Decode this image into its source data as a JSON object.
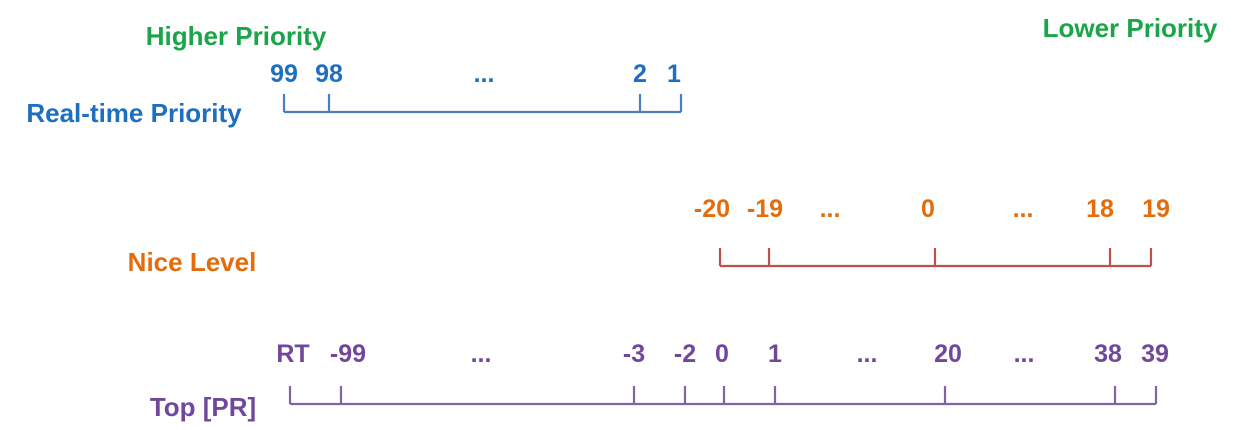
{
  "header": {
    "higher": "Higher Priority",
    "lower": "Lower Priority"
  },
  "colors": {
    "header": "#1aa54a",
    "rt_text": "#1f6fbf",
    "rt_line": "#4a7fbd",
    "nice_text": "#e46c0a",
    "nice_line": "#c0504d",
    "top_text": "#70479a",
    "top_line": "#8064a2"
  },
  "rows": {
    "rt": {
      "label": "Real-time Priority",
      "ticks": [
        "99",
        "98",
        "...",
        "2",
        "1"
      ]
    },
    "nice": {
      "label": "Nice Level",
      "ticks": [
        "-20",
        "-19",
        "...",
        "0",
        "...",
        "18",
        "19"
      ]
    },
    "top": {
      "label": "Top [PR]",
      "ticks": [
        "RT",
        "-99",
        "...",
        "-3",
        "-2",
        "0",
        "1",
        "...",
        "20",
        "...",
        "38",
        "39"
      ]
    }
  }
}
